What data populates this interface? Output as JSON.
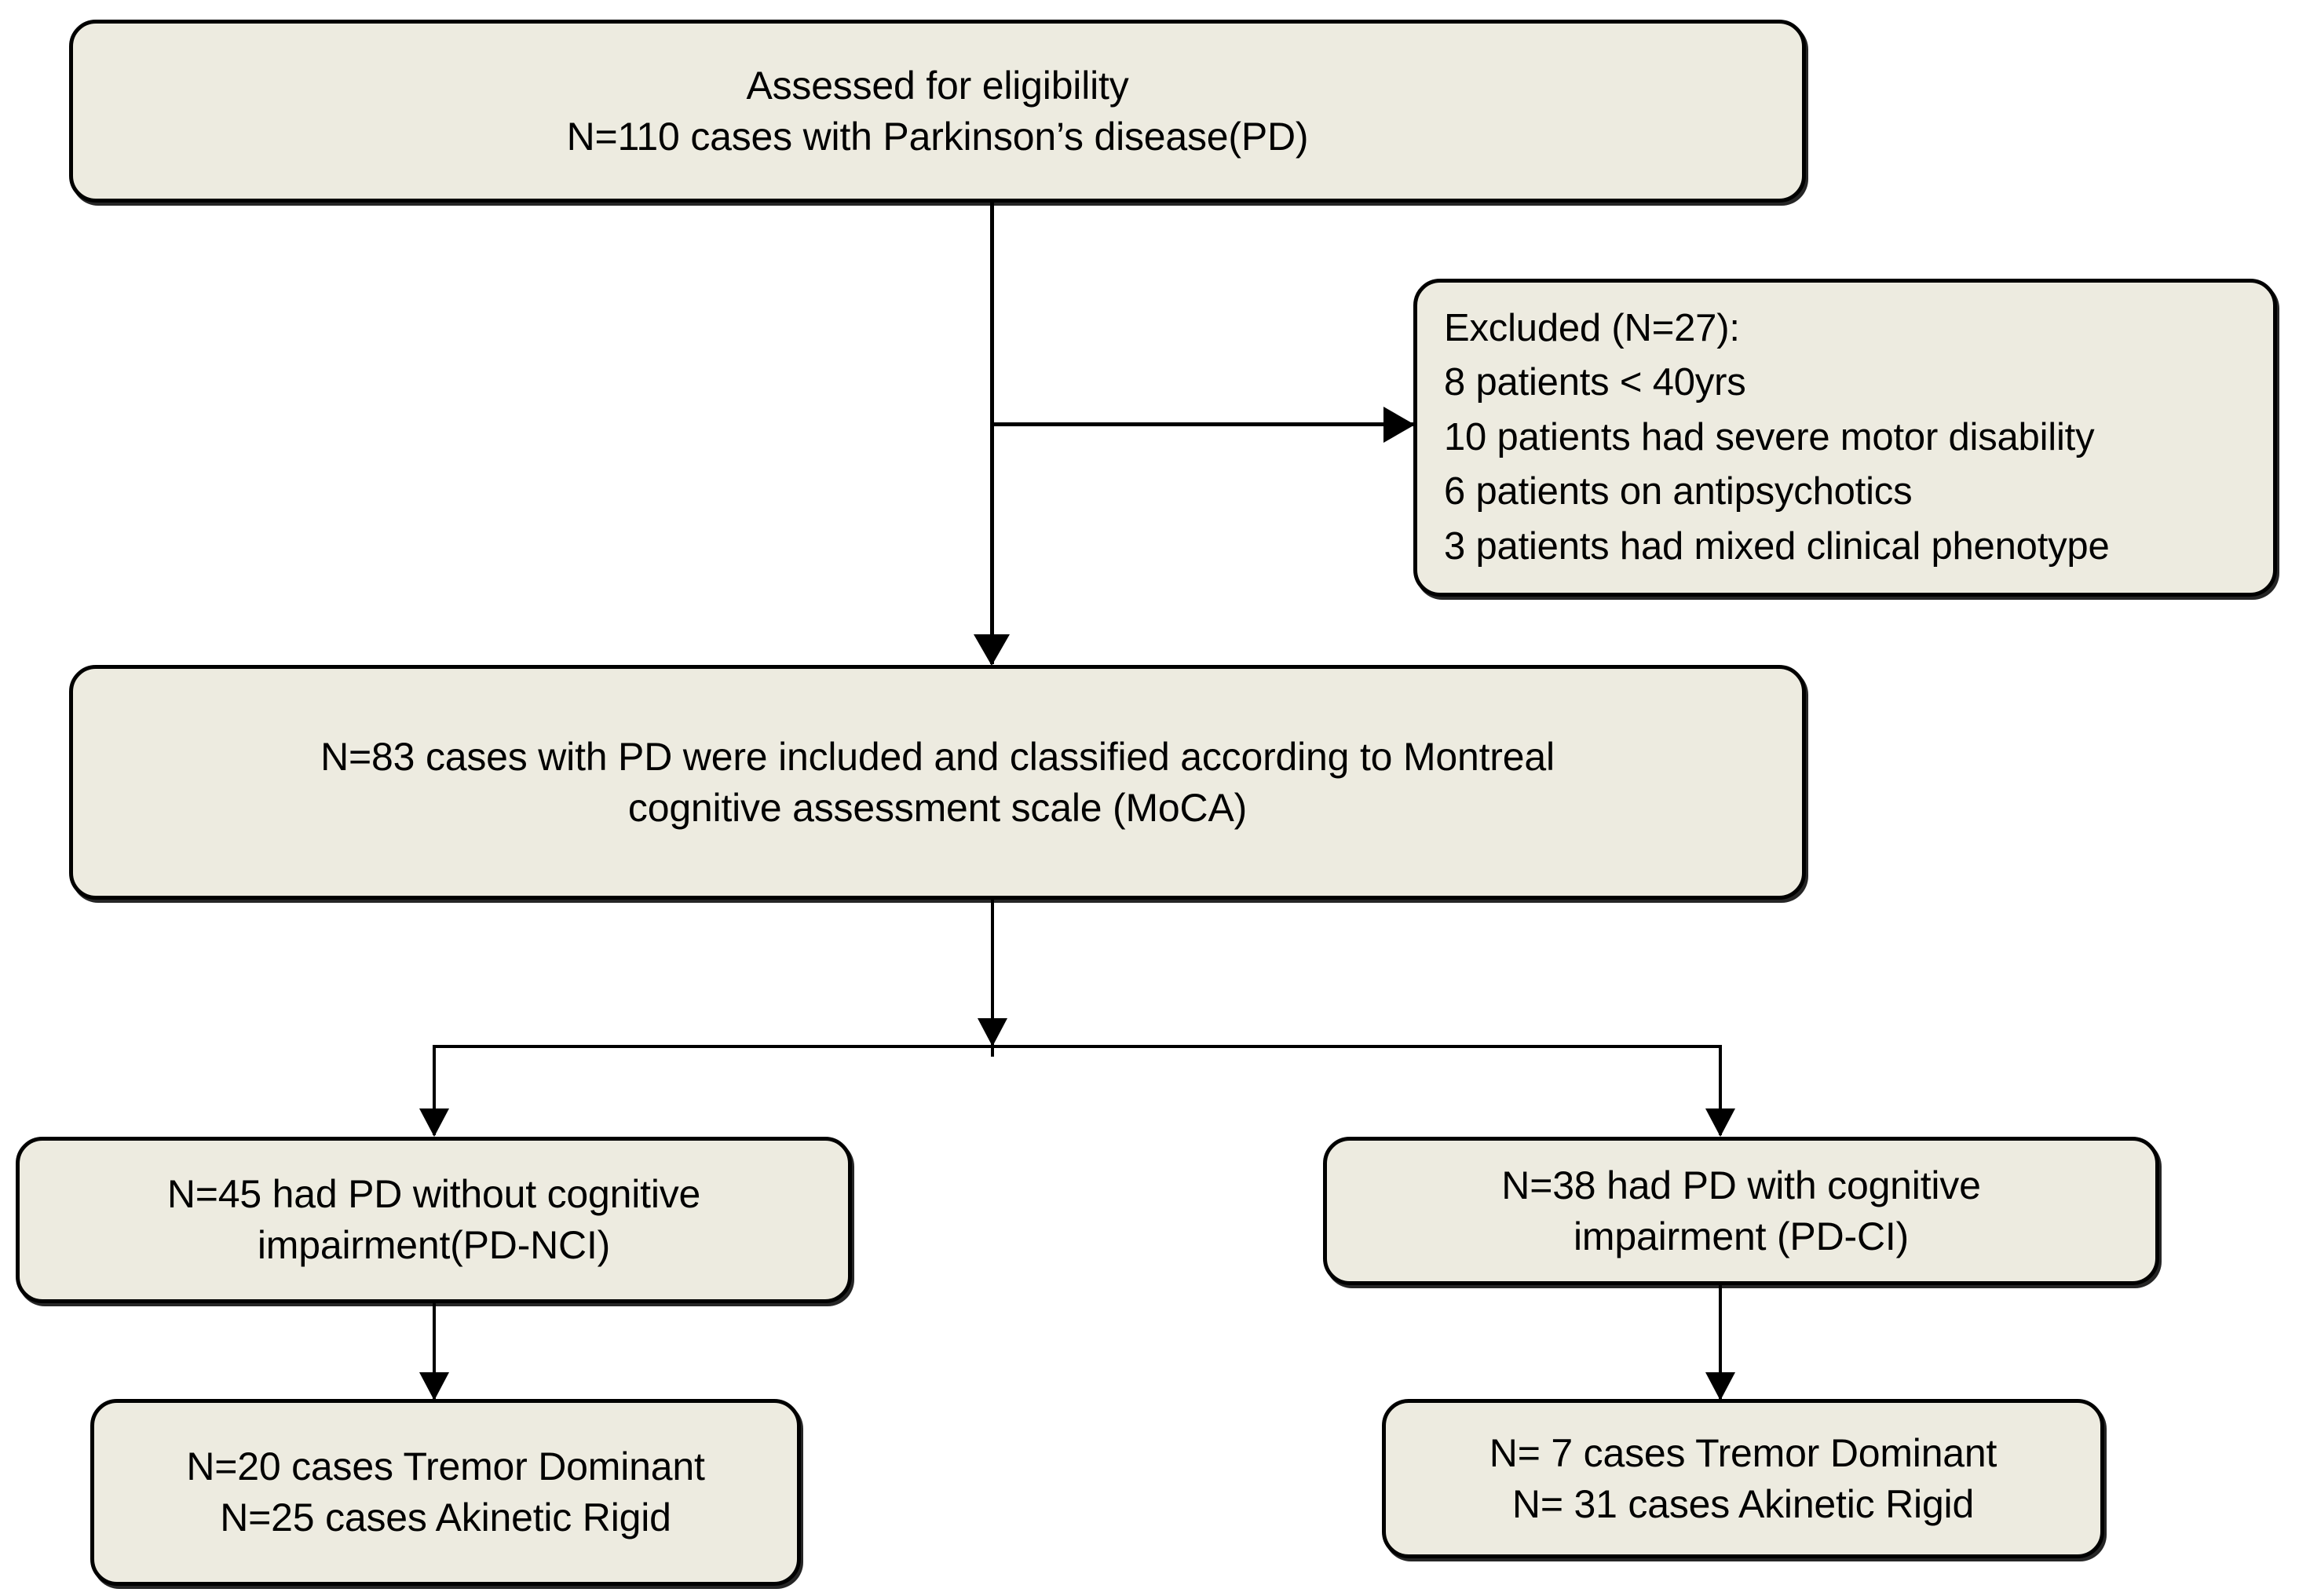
{
  "diagram": {
    "title": "Parkinson's disease study participant flow",
    "colors": {
      "box_fill": "#edebe0",
      "box_border": "#000000",
      "connector": "#000000",
      "background": "#ffffff",
      "text": "#000000"
    },
    "nodes": {
      "assessed": {
        "name": "assessed-for-eligibility",
        "lines": [
          "Assessed for eligibility",
          "N=110 cases with Parkinson’s disease(PD)"
        ]
      },
      "excluded": {
        "name": "excluded-criteria",
        "lines": [
          "Excluded (N=27):",
          "8 patients < 40yrs",
          "10 patients had severe motor disability",
          "6 patients on antipsychotics",
          "3 patients had mixed clinical phenotype"
        ]
      },
      "included": {
        "name": "included-and-classified",
        "lines": [
          "N=83 cases with PD were included and classified according to Montreal",
          "cognitive assessment scale (MoCA)"
        ]
      },
      "pd_nci": {
        "name": "pd-without-cognitive-impairment",
        "lines": [
          "N=45 had PD without cognitive",
          "impairment(PD-NCI)"
        ]
      },
      "pd_ci": {
        "name": "pd-with-cognitive-impairment",
        "lines": [
          "N=38 had PD with cognitive",
          "impairment (PD-CI)"
        ]
      },
      "nci_subtypes": {
        "name": "pd-nci-motor-subtypes",
        "lines": [
          "N=20 cases Tremor Dominant",
          "N=25 cases Akinetic Rigid"
        ]
      },
      "ci_subtypes": {
        "name": "pd-ci-motor-subtypes",
        "lines": [
          "N= 7 cases Tremor Dominant",
          "N= 31 cases Akinetic Rigid"
        ]
      }
    },
    "counts": {
      "assessed_total": 110,
      "excluded_total": 27,
      "excluded_age_under_40": 8,
      "excluded_severe_motor_disability": 10,
      "excluded_antipsychotics": 6,
      "excluded_mixed_phenotype": 3,
      "included_total": 83,
      "pd_nci_total": 45,
      "pd_ci_total": 38,
      "pd_nci_tremor_dominant": 20,
      "pd_nci_akinetic_rigid": 25,
      "pd_ci_tremor_dominant": 7,
      "pd_ci_akinetic_rigid": 31
    }
  }
}
